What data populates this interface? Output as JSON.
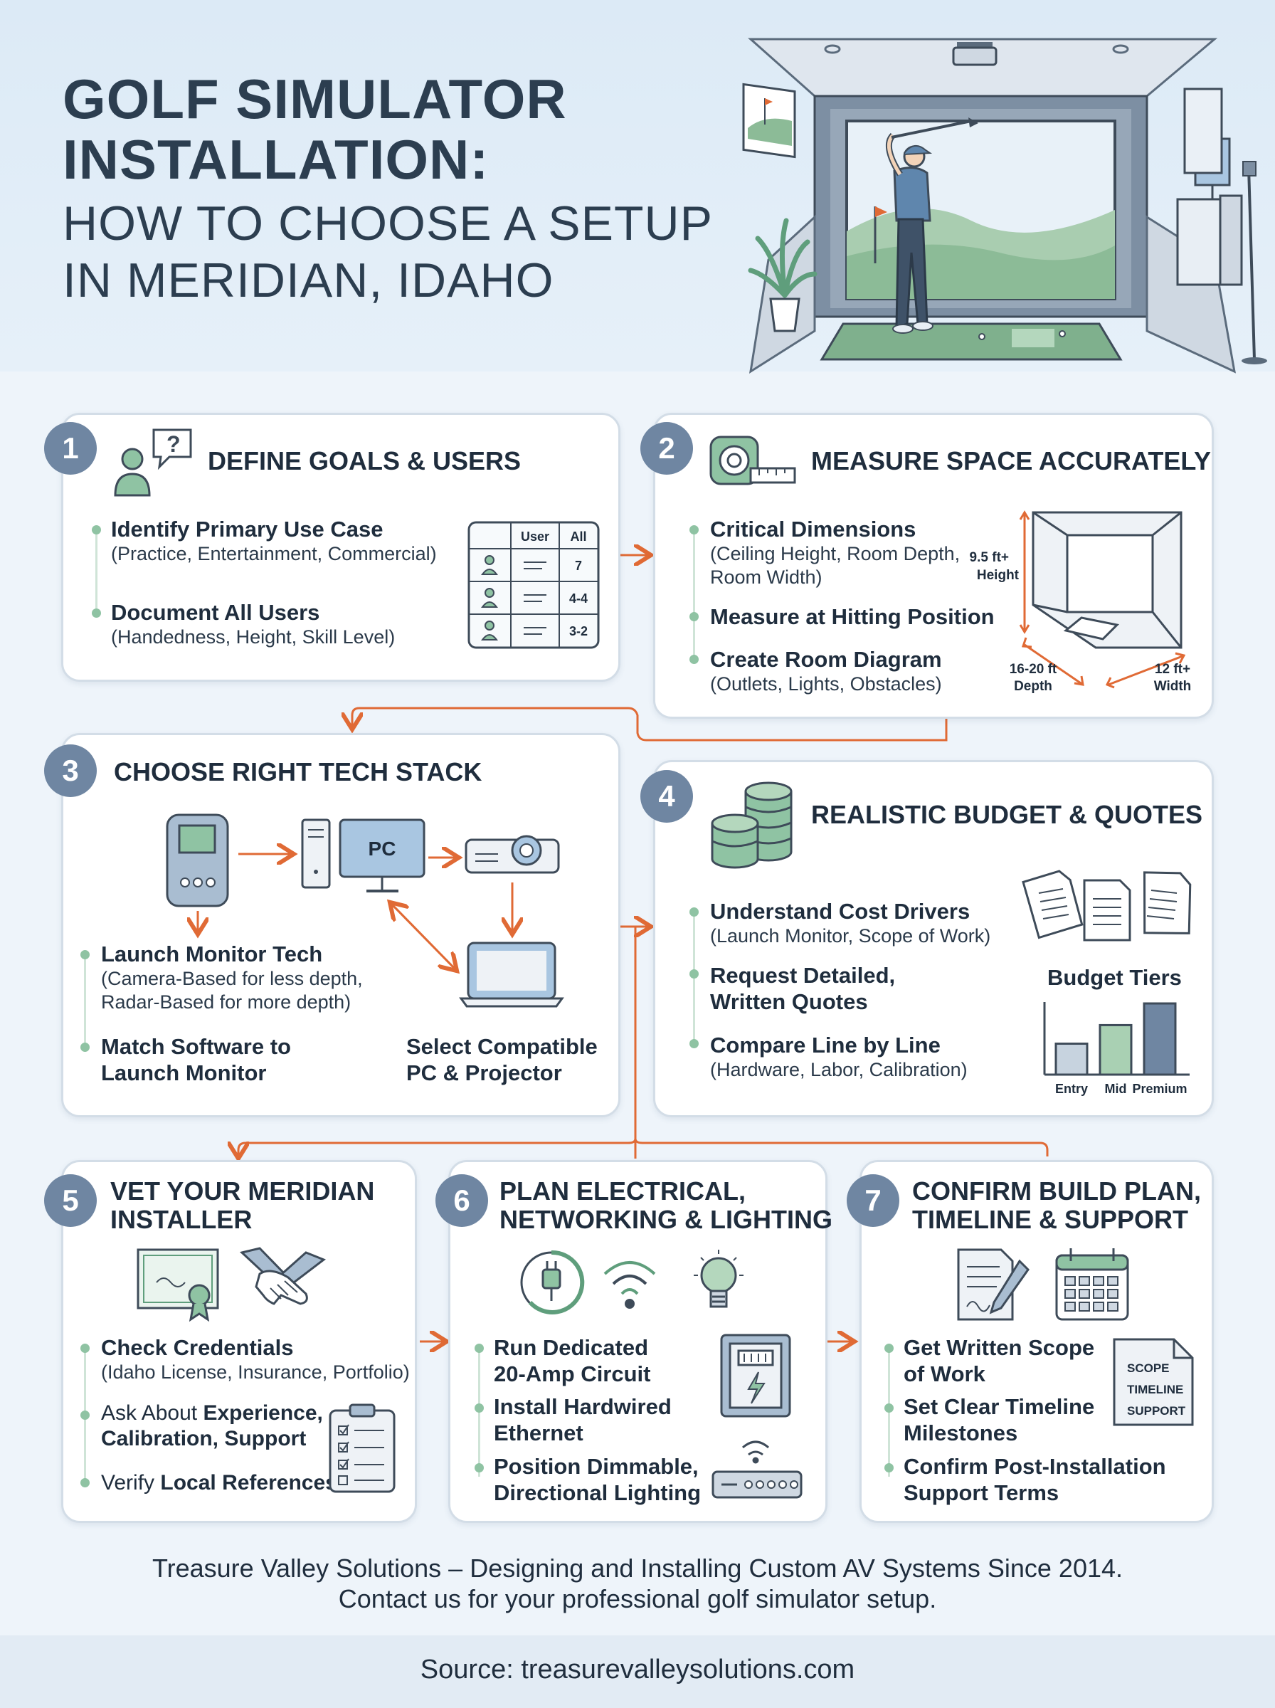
{
  "header": {
    "title_line1": "GOLF SIMULATOR",
    "title_line2": "INSTALLATION:",
    "title_line3": "HOW TO CHOOSE A SETUP",
    "title_line4": "IN MERIDIAN, IDAHO"
  },
  "steps": [
    {
      "number": "1",
      "title": "DEFINE GOALS & USERS",
      "items": [
        {
          "head": "Identify Primary Use Case",
          "sub": "(Practice, Entertainment, Commercial)"
        },
        {
          "head": "Document All Users",
          "sub": "(Handedness, Height, Skill Level)"
        }
      ],
      "table": {
        "headers": [
          "User",
          "All"
        ],
        "rows": [
          "7",
          "4-4",
          "3-2"
        ]
      }
    },
    {
      "number": "2",
      "title": "MEASURE SPACE ACCURATELY",
      "items": [
        {
          "head": "Critical Dimensions",
          "sub1": "(Ceiling Height, Room Depth,",
          "sub2": "Room Width)"
        },
        {
          "head": "Measure at Hitting Position"
        },
        {
          "head": "Create Room Diagram",
          "sub": "(Outlets, Lights, Obstacles)"
        }
      ],
      "dims": {
        "height_val": "9.5 ft+",
        "height_lbl": "Height",
        "depth_val": "16-20 ft",
        "depth_lbl": "Depth",
        "width_val": "12 ft+",
        "width_lbl": "Width"
      }
    },
    {
      "number": "3",
      "title": "CHOOSE RIGHT TECH STACK",
      "pc_label": "PC",
      "items": [
        {
          "head": "Launch Monitor Tech",
          "sub1": "(Camera-Based for less depth,",
          "sub2": "Radar-Based for more depth)"
        },
        {
          "head1": "Match Software to",
          "head2": "Launch Monitor"
        },
        {
          "head1": "Select Compatible",
          "head2": "PC & Projector"
        }
      ]
    },
    {
      "number": "4",
      "title": "REALISTIC BUDGET & QUOTES",
      "items": [
        {
          "head": "Understand Cost Drivers",
          "sub": "(Launch Monitor, Scope of Work)"
        },
        {
          "head1": "Request Detailed,",
          "head2": "Written Quotes"
        },
        {
          "head": "Compare Line by Line",
          "sub": "(Hardware, Labor, Calibration)"
        }
      ],
      "budget": {
        "title": "Budget Tiers",
        "tiers": [
          "Entry",
          "Mid",
          "Premium"
        ],
        "levels": [
          1,
          1.6,
          2.3
        ]
      }
    },
    {
      "number": "5",
      "title1": "VET YOUR MERIDIAN",
      "title2": "INSTALLER",
      "items": [
        {
          "head": "Check Credentials",
          "sub": "(Idaho License, Insurance, Portfolio)"
        },
        {
          "pre": "Ask About ",
          "bold1": "Experience,",
          "bold2": "Calibration, Support"
        },
        {
          "pre": "Verify ",
          "bold1": "Local References"
        }
      ]
    },
    {
      "number": "6",
      "title1": "PLAN ELECTRICAL,",
      "title2": "NETWORKING & LIGHTING",
      "items": [
        {
          "head1": "Run Dedicated",
          "head2": "20-Amp Circuit"
        },
        {
          "head1": "Install Hardwired",
          "head2": "Ethernet"
        },
        {
          "head1": "Position Dimmable,",
          "head2": "Directional Lighting"
        }
      ]
    },
    {
      "number": "7",
      "title1": "CONFIRM BUILD PLAN,",
      "title2": "TIMELINE & SUPPORT",
      "items": [
        {
          "head1": "Get Written Scope",
          "head2": "of Work"
        },
        {
          "head1": "Set Clear Timeline",
          "head2": "Milestones"
        },
        {
          "head1": "Confirm Post-Installation",
          "head2": "Support Terms"
        }
      ],
      "doc_lines": [
        "SCOPE",
        "TIMELINE",
        "SUPPORT"
      ]
    }
  ],
  "footer": {
    "line1": "Treasure Valley Solutions – Designing and Installing Custom AV Systems Since 2014.",
    "line2": "Contact us for your professional golf simulator setup.",
    "source": "Source: treasurevalleysolutions.com"
  },
  "colors": {
    "accent_orange": "#e06a35",
    "step_badge": "#6f86a2",
    "bullet_green": "#8fc3a3",
    "icon_green": "#5f9e7c"
  }
}
